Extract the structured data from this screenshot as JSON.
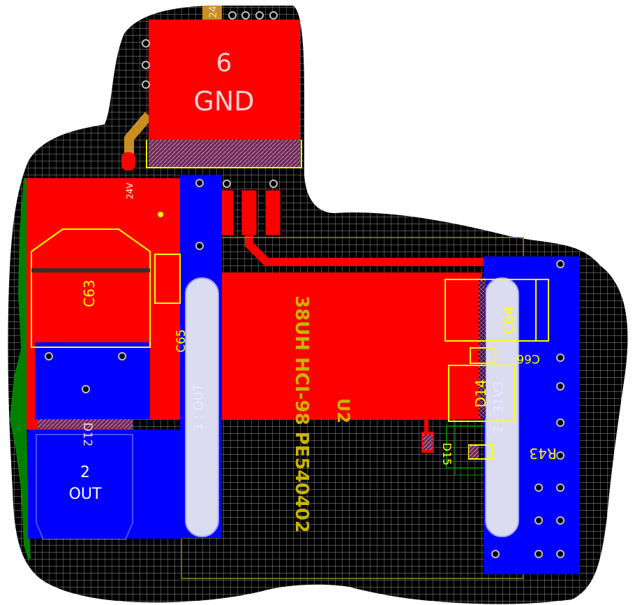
{
  "colors": {
    "background": "#ffffff",
    "board": "#000000",
    "grid": "#a8a8a8",
    "top_copper": "#ff0000",
    "bottom_copper": "#0000ff",
    "silkscreen": "#ffff00",
    "bottom_silk": "#c8b400",
    "trace": "#c89020",
    "via_ring": "#c0c0c0",
    "board_edge_green": "#008000"
  },
  "labels": {
    "pad6_number": "6",
    "pad6_name": "GND",
    "pad2_number": "2",
    "pad2_name": "OUT",
    "pad1_out": "1 : OUT",
    "pad2_31v3": "2 : 31V3",
    "net_24v": "24V",
    "net_24_top": "24",
    "c63": "C63",
    "c64": "C64",
    "c65": "C65",
    "c66": "C66",
    "d14": "D14",
    "d15": "D15",
    "d12": "D12",
    "r43": "R43",
    "u2": "U2",
    "part_name": "38UH HCI-98 PE540402"
  }
}
